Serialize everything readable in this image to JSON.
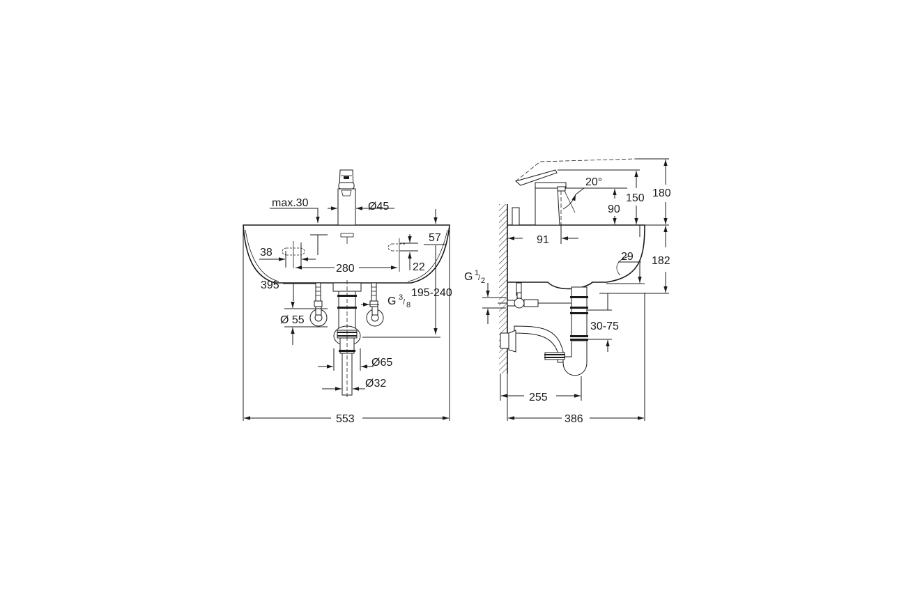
{
  "front_view": {
    "max_label": "max.30",
    "spout_dia": "Ø45",
    "depth_57": "57",
    "offset_38": "38",
    "spacing_280": "280",
    "depth_22": "22",
    "height_395": "395",
    "range_195_240": "195-240",
    "thread": "G",
    "thread_num": "3",
    "thread_den": "8",
    "rosette_dia": "Ø 55",
    "trap_dia": "Ø65",
    "pipe_dia": "Ø32",
    "width_553": "553"
  },
  "side_view": {
    "angle": "20°",
    "h150": "150",
    "h180": "180",
    "h90": "90",
    "d91": "91",
    "d29": "29",
    "h182": "182",
    "thread": "G",
    "thread_num": "1",
    "thread_den": "2",
    "range_30_75": "30-75",
    "d255": "255",
    "d386": "386"
  }
}
